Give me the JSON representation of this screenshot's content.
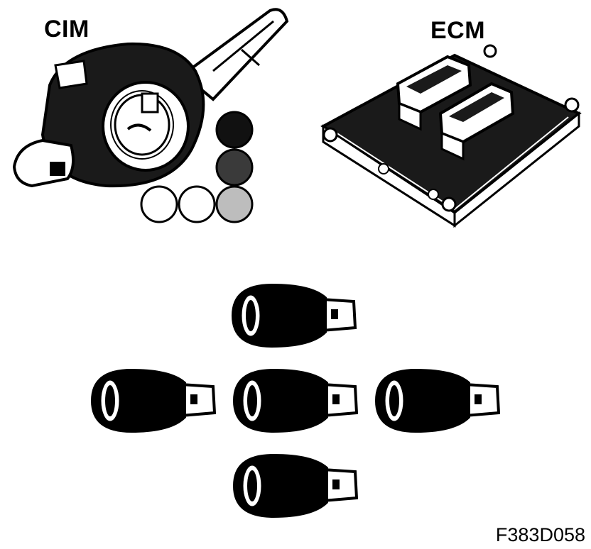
{
  "labels": {
    "cim": "CIM",
    "ecm": "ECM",
    "figure_code": "F383D058"
  },
  "indicator_circles": [
    {
      "fill": "#111111"
    },
    {
      "fill": "#3a3a3a"
    },
    {
      "fill": "#ffffff"
    },
    {
      "fill": "#ffffff"
    },
    {
      "fill": "#bdbdbd"
    }
  ],
  "keys": [
    {
      "variant": "dark"
    },
    {
      "variant": "dark"
    },
    {
      "variant": "light"
    },
    {
      "variant": "light"
    },
    {
      "variant": "dark"
    }
  ],
  "colors": {
    "ink": "#000000",
    "dark_body": "#1a1a1a",
    "light_button": "#e6e6e6",
    "grey_fill": "#bdbdbd"
  }
}
